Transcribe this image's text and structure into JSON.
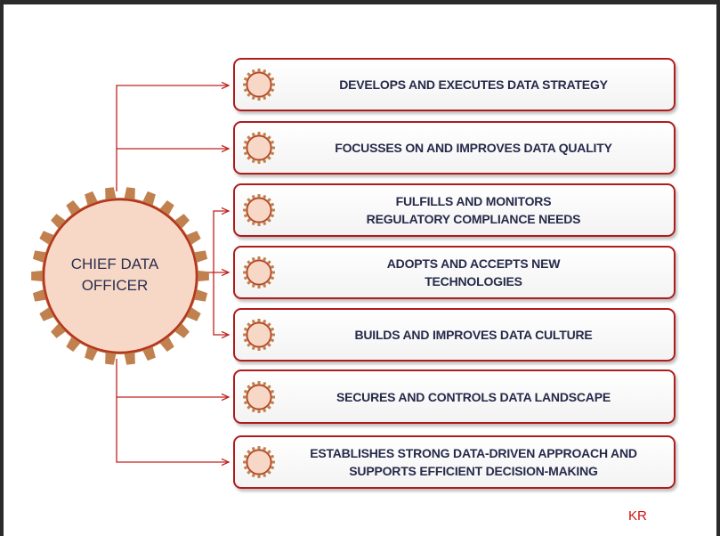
{
  "center": {
    "line1": "CHIEF DATA",
    "line2": "OFFICER",
    "icon": "gear-icon"
  },
  "roles": [
    {
      "lines": [
        "DEVELOPS AND EXECUTES DATA STRATEGY"
      ]
    },
    {
      "lines": [
        "FOCUSSES ON AND IMPROVES DATA QUALITY"
      ]
    },
    {
      "lines": [
        "FULFILLS AND MONITORS",
        "REGULATORY COMPLIANCE NEEDS"
      ]
    },
    {
      "lines": [
        "ADOPTS AND ACCEPTS NEW",
        "TECHNOLOGIES"
      ]
    },
    {
      "lines": [
        "BUILDS AND IMPROVES DATA CULTURE"
      ]
    },
    {
      "lines": [
        "SECURES AND CONTROLS DATA LANDSCAPE"
      ]
    },
    {
      "lines": [
        "ESTABLISHES STRONG DATA-DRIVEN APPROACH AND",
        "SUPPORTS EFFICIENT DECISION-MAKING"
      ]
    }
  ],
  "author": "KR",
  "colors": {
    "border": "#b01c1c",
    "connector": "#c0201d",
    "gear": "#c0814f",
    "gear_face": "#f7d8c6"
  }
}
